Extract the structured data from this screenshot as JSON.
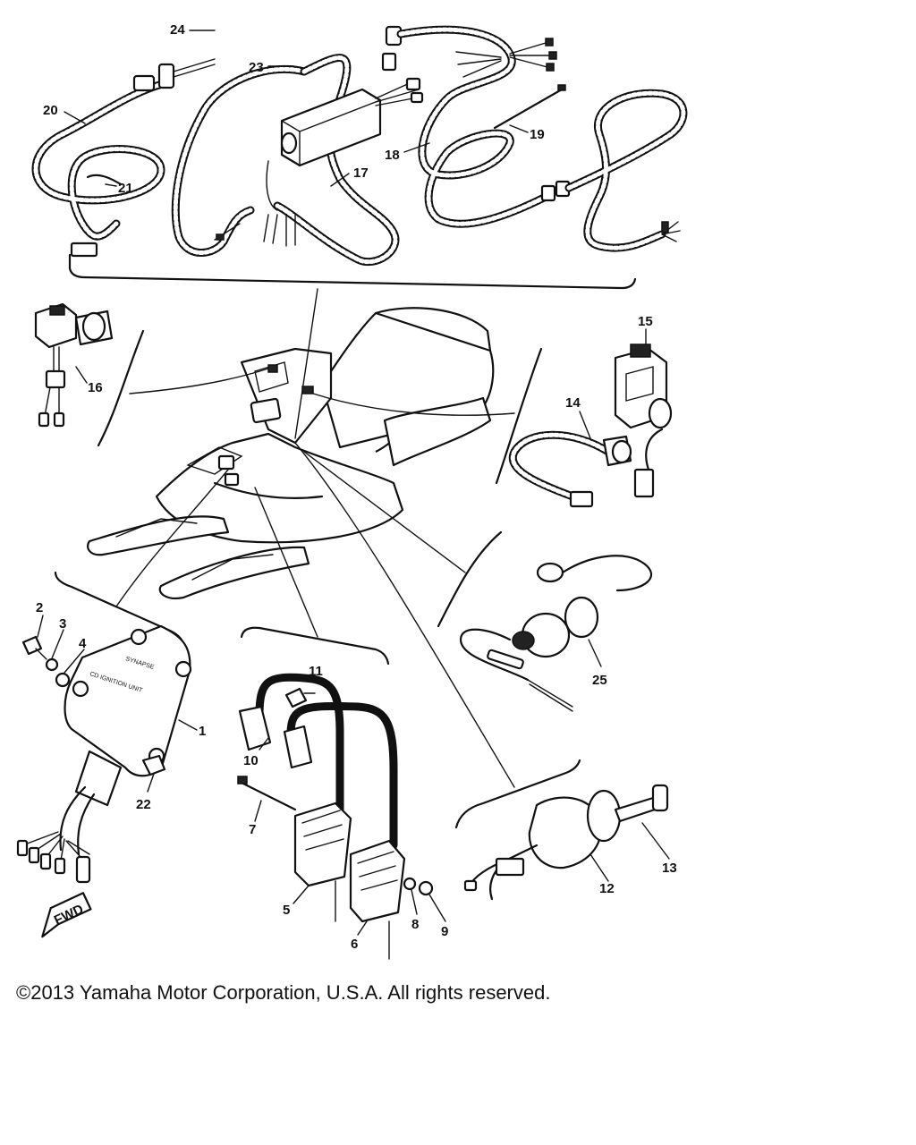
{
  "callouts": {
    "c1": "1",
    "c2": "2",
    "c3": "3",
    "c4": "4",
    "c5": "5",
    "c6": "6",
    "c7": "7",
    "c8": "8",
    "c9": "9",
    "c10": "10",
    "c11": "11",
    "c12": "12",
    "c13": "13",
    "c14": "14",
    "c15": "15",
    "c16": "16",
    "c17": "17",
    "c18": "18",
    "c19": "19",
    "c20": "20",
    "c21": "21",
    "c22": "22",
    "c23": "23",
    "c24": "24",
    "c25": "25"
  },
  "cdi_label": "CD IGNITION UNIT",
  "fwd_label": "FWD",
  "copyright": "©2013 Yamaha Motor Corporation, U.S.A. All rights reserved."
}
